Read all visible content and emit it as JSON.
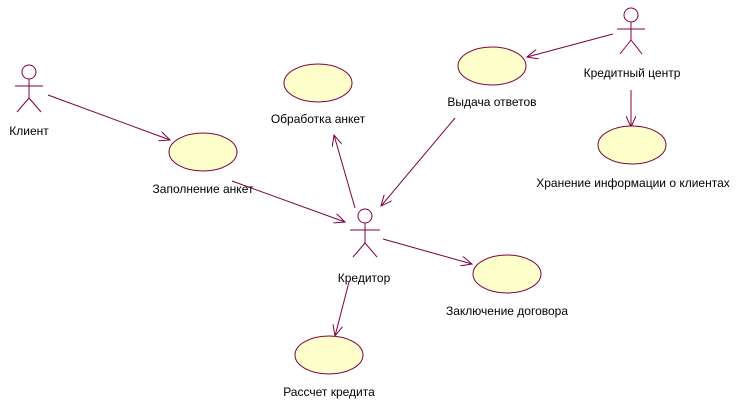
{
  "colors": {
    "outline": "#800040",
    "usecase_fill": "#ffffcc",
    "text": "#000000"
  },
  "actors": [
    {
      "id": "client",
      "label": "Клиент"
    },
    {
      "id": "credit_center",
      "label": "Кредитный центр"
    },
    {
      "id": "creditor",
      "label": "Кредитор"
    }
  ],
  "usecases": [
    {
      "id": "fill_forms",
      "label": "Заполнение анкет"
    },
    {
      "id": "process_forms",
      "label": "Обработка анкет"
    },
    {
      "id": "issue_answers",
      "label": "Выдача ответов"
    },
    {
      "id": "store_info",
      "label": "Хранение информации о клиентах"
    },
    {
      "id": "contract",
      "label": "Заключение договора"
    },
    {
      "id": "calc_credit",
      "label": "Рассчет кредита"
    }
  ],
  "associations": [
    {
      "from": "client",
      "to": "fill_forms"
    },
    {
      "from": "fill_forms",
      "to": "creditor"
    },
    {
      "from": "creditor",
      "to": "process_forms"
    },
    {
      "from": "issue_answers",
      "to": "creditor"
    },
    {
      "from": "credit_center",
      "to": "issue_answers"
    },
    {
      "from": "credit_center",
      "to": "store_info"
    },
    {
      "from": "creditor",
      "to": "contract"
    },
    {
      "from": "creditor",
      "to": "calc_credit"
    }
  ]
}
